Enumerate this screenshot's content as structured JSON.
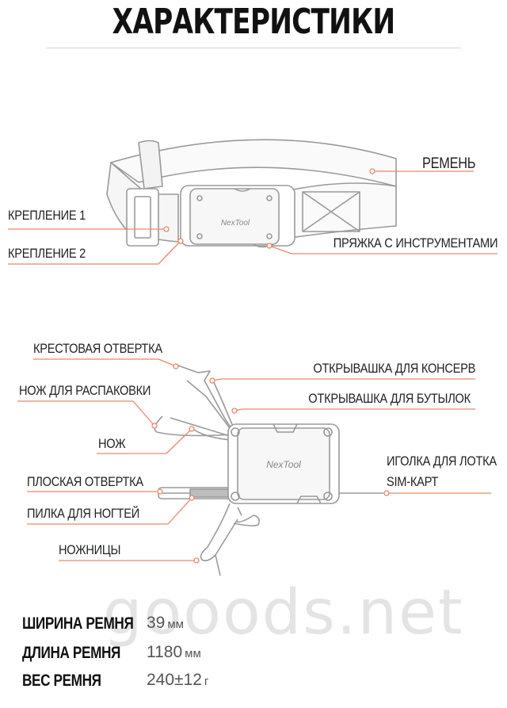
{
  "title": "ХАРАКТЕРИСТИКИ",
  "belt_labels": {
    "belt": "РЕМЕНЬ",
    "mount1": "КРЕПЛЕНИЕ 1",
    "mount2": "КРЕПЛЕНИЕ 2",
    "buckle": "ПРЯЖКА С ИНСТРУМЕНТАМИ"
  },
  "brand": "NexTool",
  "tool_labels": {
    "phillips": "КРЕСТОВАЯ ОТВЕРТКА",
    "unpack_knife": "НОЖ ДЛЯ РАСПАКОВКИ",
    "knife": "НОЖ",
    "flat_screwdriver": "ПЛОСКАЯ ОТВЕРТКА",
    "nail_file": "ПИЛКА ДЛЯ НОГТЕЙ",
    "scissors": "НОЖНИЦЫ",
    "can_opener": "ОТКРЫВАШКА ДЛЯ КОНСЕРВ",
    "bottle_opener": "ОТКРЫВАШКА ДЛЯ БУТЫЛОК",
    "sim_pin_1": "ИГОЛКА ДЛЯ ЛОТКА",
    "sim_pin_2": "SIM-КАРТ"
  },
  "specs": [
    {
      "name": "ШИРИНА РЕМНЯ",
      "value": "39",
      "unit": "мм"
    },
    {
      "name": "ДЛИНА РЕМНЯ",
      "value": "1180",
      "unit": "мм"
    },
    {
      "name": "ВЕС РЕМНЯ",
      "value": "240±12",
      "unit": "г"
    }
  ],
  "watermark": "gooods.net",
  "colors": {
    "accent": "#e8896c",
    "line": "#999999",
    "text": "#222222"
  }
}
